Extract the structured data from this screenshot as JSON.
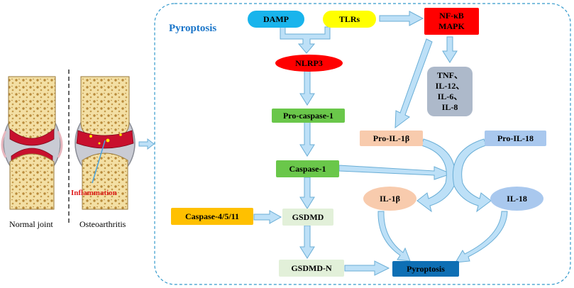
{
  "panel_title": "Pyroptosis",
  "joints": {
    "normal_label": "Normal joint",
    "oa_label": "Osteoarthritis",
    "inflammation_label": "Inflammation"
  },
  "nodes": {
    "damp": "DAMP",
    "tlrs": "TLRs",
    "nfkb_line1": "NF-κB",
    "nfkb_line2": "MAPK",
    "nlrp3": "NLRP3",
    "cytokines": [
      "TNF、",
      "IL-12、",
      "IL-6、",
      "IL-8"
    ],
    "pro_caspase1": "Pro-caspase-1",
    "pro_il1b": "Pro-IL-1β",
    "pro_il18": "Pro-IL-18",
    "caspase1": "Caspase-1",
    "il1b": "IL-1β",
    "il18": "IL-18",
    "caspase_4511": "Caspase-4/5/11",
    "gsdmd": "GSDMD",
    "gsdmd_n": "GSDMD-N",
    "pyroptosis": "Pyroptosis"
  },
  "colors": {
    "blue_box": "#19b4ec",
    "yellow_box": "#ffff00",
    "red_box": "#ff0000",
    "green_box": "#6ac74a",
    "pale_green": "#e2f0d9",
    "grey_blue": "#adb9ca",
    "peach": "#f8cbad",
    "light_blue": "#a9c8ee",
    "orange_box": "#ffc000",
    "dark_blue": "#0e6fb4",
    "arrow_fill": "#bde0f7",
    "arrow_stroke": "#6aaed6",
    "title_blue": "#1a75c9"
  }
}
